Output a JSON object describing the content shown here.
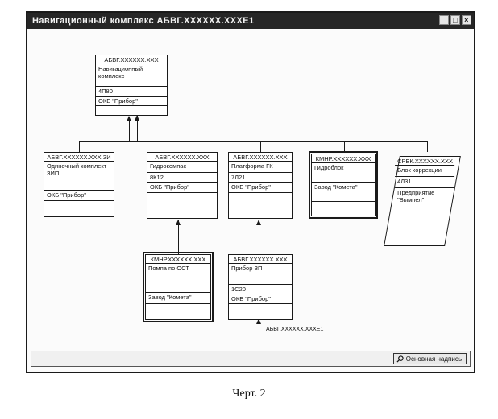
{
  "window": {
    "title": "Навигационный комплекс АБВГ.XXXXXX.XXXE1",
    "controls": [
      "minimize-icon",
      "maximize-icon",
      "close-icon"
    ]
  },
  "diagram": {
    "root": {
      "code": "АБВГ.XXXXXX.XXX",
      "name": "Навигационный комплекс",
      "designation": "4П80",
      "org": "ОКБ \"Прибор\""
    },
    "children": [
      {
        "code": "АБВГ.XXXXXX.XXX ЗИ",
        "name": "Одиночный комплект ЗИП",
        "designation": "",
        "org": "ОКБ \"Прибор\""
      },
      {
        "code": "АБВГ.XXXXXX.XXX",
        "name": "Гидрокомпас",
        "designation": "8К12",
        "org": "ОКБ \"Прибор\""
      },
      {
        "code": "АБВГ.XXXXXX.XXX",
        "name": "Платформа ГК",
        "designation": "7Л21",
        "org": "ОКБ \"Прибор\""
      },
      {
        "code": "КМНР.XXXXXX.XXX",
        "name": "Гидроблок",
        "designation": "",
        "org": "Завод \"Комета\""
      },
      {
        "code": "СРБК.XXXXXX.XXX",
        "name": "Блок коррекции",
        "designation": "4Л31",
        "org": "Предприятие \"Вымпел\""
      }
    ],
    "grandchildren": [
      {
        "code": "КМНР.XXXXXX.XXX",
        "name": "Помпа по ОСТ",
        "designation": "",
        "org": "Завод \"Комета\""
      },
      {
        "code": "АБВГ.XXXXXX.XXX",
        "name": "Прибор ЗП",
        "designation": "1С20",
        "org": "ОКБ \"Прибор\""
      }
    ],
    "parent_ref": "АБВГ.XXXXXX.XXXЕ1"
  },
  "statusbar": {
    "stamp_button": "Основная надпись",
    "stamp_icon": "search-icon"
  },
  "caption": "Черт. 2"
}
